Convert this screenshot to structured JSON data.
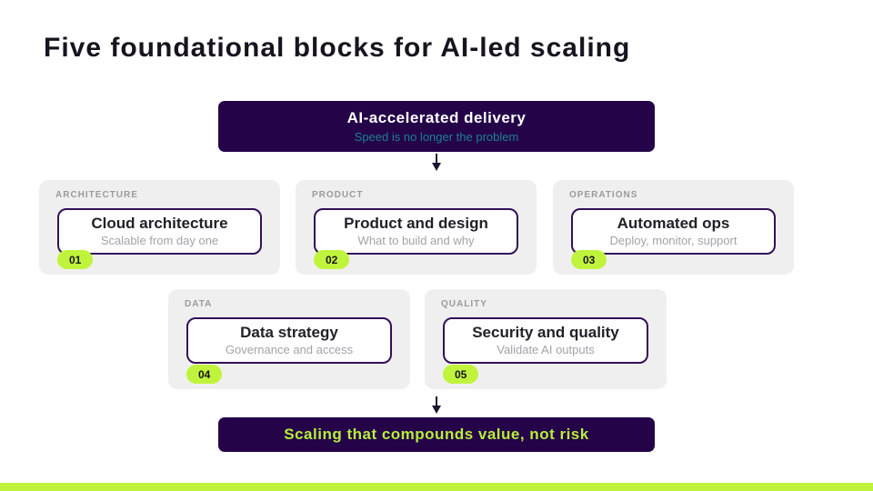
{
  "slide": {
    "title": "Five foundational blocks for AI-led scaling"
  },
  "top_banner": {
    "title": "AI-accelerated delivery",
    "subtitle": "Speed is no longer the problem"
  },
  "cards": [
    {
      "label": "ARCHITECTURE",
      "title": "Cloud architecture",
      "subtitle": "Scalable from day one",
      "number": "01"
    },
    {
      "label": "PRODUCT",
      "title": "Product and design",
      "subtitle": "What to build and why",
      "number": "02"
    },
    {
      "label": "OPERATIONS",
      "title": "Automated ops",
      "subtitle": "Deploy, monitor, support",
      "number": "03"
    },
    {
      "label": "DATA",
      "title": "Data strategy",
      "subtitle": "Governance and access",
      "number": "04"
    },
    {
      "label": "QUALITY",
      "title": "Security and quality",
      "subtitle": "Validate AI outputs",
      "number": "05"
    }
  ],
  "bottom_banner": {
    "text": "Scaling that compounds value, not risk"
  },
  "icons": {
    "down_arrow": "▼"
  },
  "colors": {
    "banner_purple": "#240349",
    "lime_accent": "#c0f43c",
    "teal_subtitle": "#1d808e",
    "card_background": "#f0efef",
    "box_border_purple": "#321158",
    "title_text": "#17141f"
  }
}
